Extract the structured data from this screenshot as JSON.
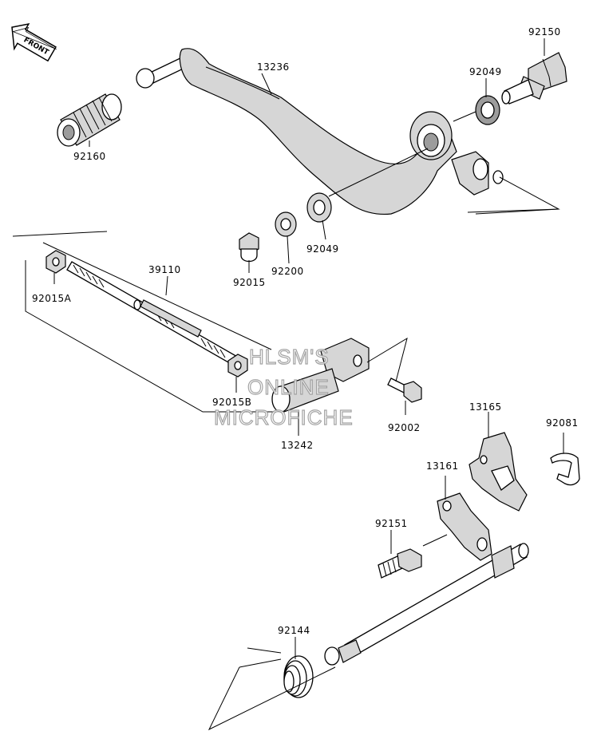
{
  "front_label": "FRONT",
  "watermark": {
    "line1": "HLSM'S",
    "line2": "ONLINE",
    "line3": "MICROFICHE"
  },
  "parts": [
    {
      "id": "p13236",
      "label": "13236"
    },
    {
      "id": "p92150",
      "label": "92150"
    },
    {
      "id": "p92049a",
      "label": "92049"
    },
    {
      "id": "p92160",
      "label": "92160"
    },
    {
      "id": "p92015",
      "label": "92015"
    },
    {
      "id": "p92200",
      "label": "92200"
    },
    {
      "id": "p92049b",
      "label": "92049"
    },
    {
      "id": "p39110",
      "label": "39110"
    },
    {
      "id": "p92015A",
      "label": "92015A"
    },
    {
      "id": "p92015B",
      "label": "92015B"
    },
    {
      "id": "p92002",
      "label": "92002"
    },
    {
      "id": "p13242",
      "label": "13242"
    },
    {
      "id": "p13165",
      "label": "13165"
    },
    {
      "id": "p92081",
      "label": "92081"
    },
    {
      "id": "p13161",
      "label": "13161"
    },
    {
      "id": "p92151",
      "label": "92151"
    },
    {
      "id": "p92144",
      "label": "92144"
    }
  ]
}
